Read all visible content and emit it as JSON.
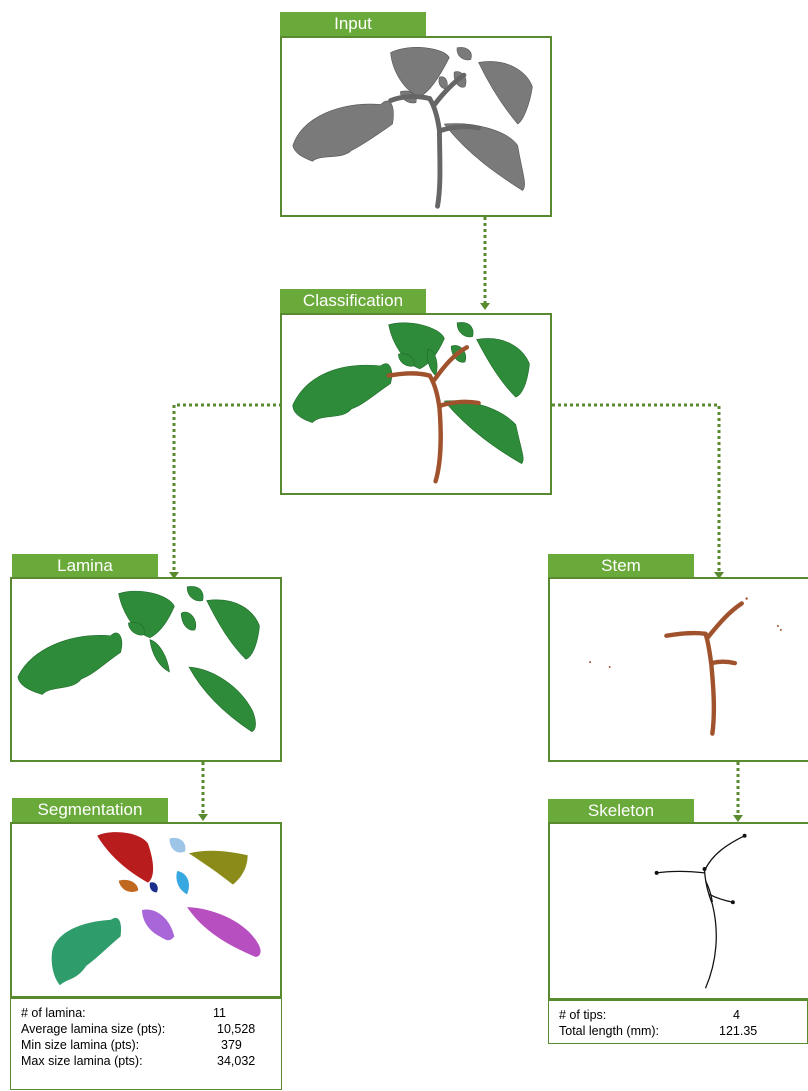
{
  "panels": {
    "input": {
      "label": "Input"
    },
    "classification": {
      "label": "Classification"
    },
    "lamina": {
      "label": "Lamina"
    },
    "stem": {
      "label": "Stem"
    },
    "segmentation": {
      "label": "Segmentation"
    },
    "skeleton": {
      "label": "Skeleton"
    }
  },
  "segmentation_stats": [
    {
      "label": "# of lamina:",
      "value": "11"
    },
    {
      "label": "Average lamina size (pts):",
      "value": "10,528"
    },
    {
      "label": "Min size lamina (pts):",
      "value": "379"
    },
    {
      "label": "Max size lamina (pts):",
      "value": "34,032"
    }
  ],
  "skeleton_stats": [
    {
      "label": "# of tips:",
      "value": "4"
    },
    {
      "label": "Total length (mm):",
      "value": "121.35"
    }
  ],
  "colors": {
    "accent": "#6aaa3a",
    "border": "#5a8a30",
    "leaf": "#2e8b3a",
    "stem": "#a0522d",
    "input": "#7a7a7a"
  }
}
